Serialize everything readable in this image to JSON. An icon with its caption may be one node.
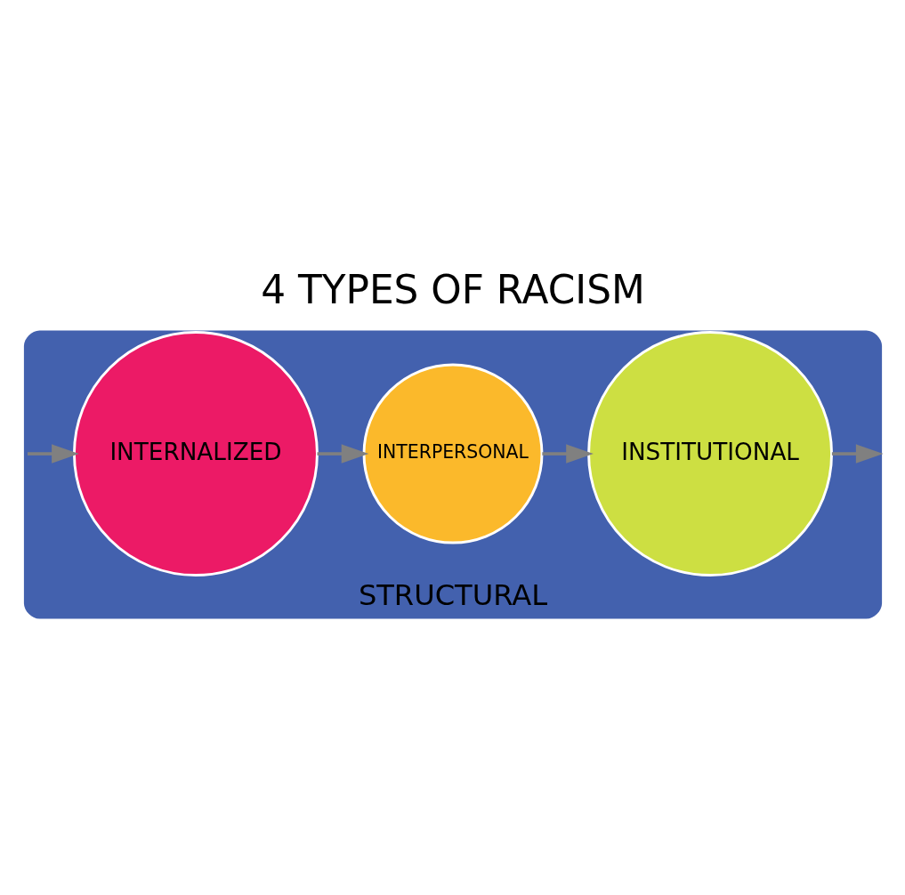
{
  "diagram": {
    "title": "4 TYPES OF RACISM",
    "nodes": [
      {
        "text": [
          "STRUCTURAL"
        ]
      },
      {
        "text": [
          "INTERNALIZED"
        ],
        "in": 0
      },
      {
        "text": [
          "INTERPERSONAL"
        ],
        "in": 0
      },
      {
        "text": [
          "INSTITUTIONAL"
        ],
        "in": 0
      }
    ],
    "edges": [
      {
        "from": 1,
        "to": 2,
        "arrow": "to"
      },
      {
        "from": 2,
        "to": 3,
        "arrow": "to"
      },
      {
        "from": 3,
        "to": 0,
        "arrow": "to"
      },
      {
        "from": 0,
        "to": 1,
        "arrow": "to"
      }
    ]
  }
}
